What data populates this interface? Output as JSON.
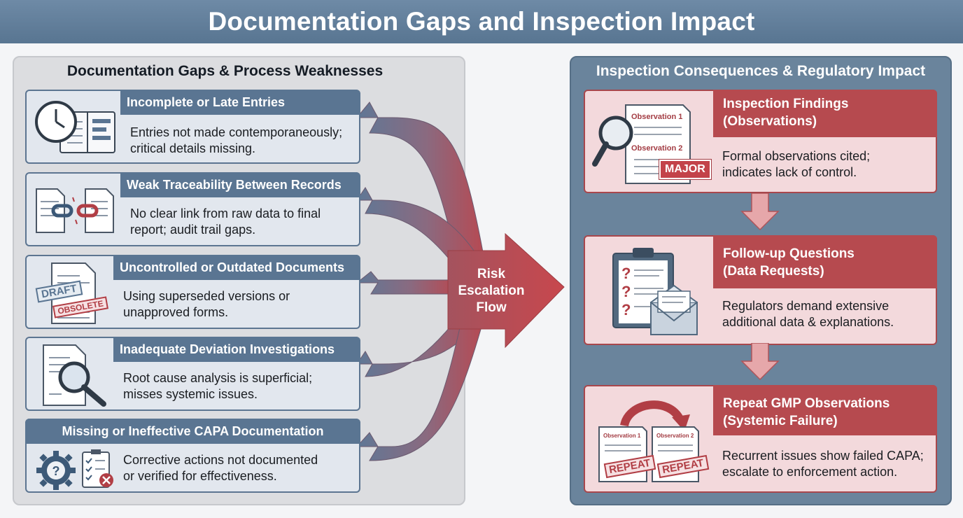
{
  "title": "Documentation Gaps and Inspection Impact",
  "left_panel": {
    "title": "Documentation Gaps & Process Weaknesses",
    "items": [
      {
        "heading": "Incomplete or Late Entries",
        "line1": "Entries not made contemporaneously;",
        "line2": "critical details missing."
      },
      {
        "heading": "Weak Traceability Between Records",
        "line1": "No clear link from raw data to final",
        "line2": "report; audit trail gaps."
      },
      {
        "heading": "Uncontrolled or Outdated Documents",
        "line1": "Using superseded versions or",
        "line2": "unapproved forms.",
        "stamp1": "DRAFT",
        "stamp2": "OBSOLETE"
      },
      {
        "heading": "Inadequate Deviation Investigations",
        "line1": "Root cause analysis is superficial;",
        "line2": "misses systemic issues."
      },
      {
        "heading": "Missing or Ineffective CAPA Documentation",
        "line1": "Corrective actions not documented",
        "line2": "or verified for effectiveness."
      }
    ]
  },
  "center": {
    "label_line1": "Risk",
    "label_line2": "Escalation",
    "label_line3": "Flow"
  },
  "right_panel": {
    "title": "Inspection Consequences & Regulatory Impact",
    "items": [
      {
        "heading_line1": "Inspection Findings",
        "heading_line2": "(Observations)",
        "line1": "Formal observations cited;",
        "line2": "indicates lack of control.",
        "doc_label1": "Observation 1",
        "doc_label2": "Observation 2",
        "badge": "MAJOR"
      },
      {
        "heading_line1": "Follow-up Questions",
        "heading_line2": "(Data Requests)",
        "line1": "Regulators demand extensive",
        "line2": "additional data & explanations."
      },
      {
        "heading_line1": "Repeat GMP Observations",
        "heading_line2": "(Systemic Failure)",
        "line1": "Recurrent issues show failed CAPA;",
        "line2": "escalate to enforcement action.",
        "doc_label1": "Observation 1",
        "doc_label2": "Observation 2",
        "stamp": "REPEAT"
      }
    ]
  },
  "colors": {
    "header": "#5a7592",
    "accent_red": "#b64a4f",
    "card_blue": "#e2e7ee",
    "card_red": "#f3d9dc"
  }
}
